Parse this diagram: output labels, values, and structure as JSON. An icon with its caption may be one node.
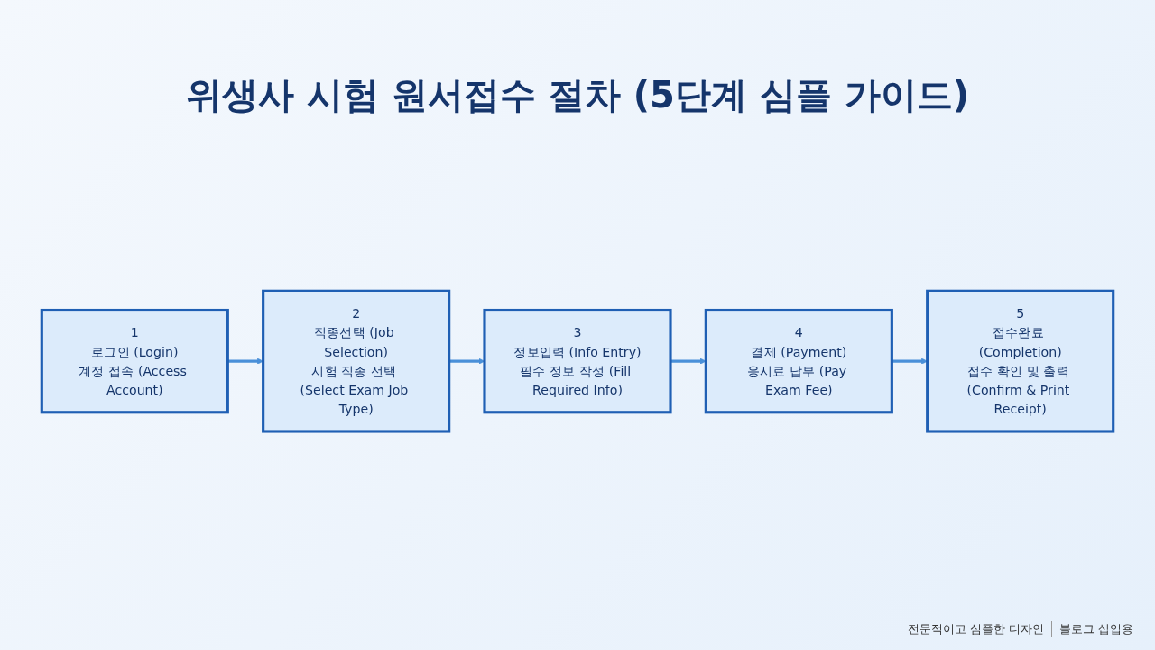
{
  "diagram": {
    "title": "위생사 시험 원서접수 절차 (5단계 심플 가이드)",
    "nodes": [
      {
        "text": [
          "1",
          "로그인 (Login)",
          "계정 접속 (Access Account)"
        ]
      },
      {
        "text": [
          "2",
          "직종선택 (Job Selection)",
          "시험 직종 선택 (Select Exam Job Type)"
        ]
      },
      {
        "text": [
          "3",
          "정보입력 (Info Entry)",
          "필수 정보 작성 (Fill Required Info)"
        ]
      },
      {
        "text": [
          "4",
          "결제 (Payment)",
          "응시료 납부 (Pay Exam Fee)"
        ]
      },
      {
        "text": [
          "5",
          "접수완료 (Completion)",
          "접수 확인 및 출력 (Confirm & Print Receipt)"
        ]
      }
    ],
    "edges": [
      {
        "from": 0,
        "to": 1,
        "arrow": "to"
      },
      {
        "from": 1,
        "to": 2,
        "arrow": "to"
      },
      {
        "from": 2,
        "to": 3,
        "arrow": "to"
      },
      {
        "from": 3,
        "to": 4,
        "arrow": "to"
      }
    ],
    "labels": [
      "전문적이고 심플한 디자인",
      "블로그 삽입용"
    ]
  }
}
